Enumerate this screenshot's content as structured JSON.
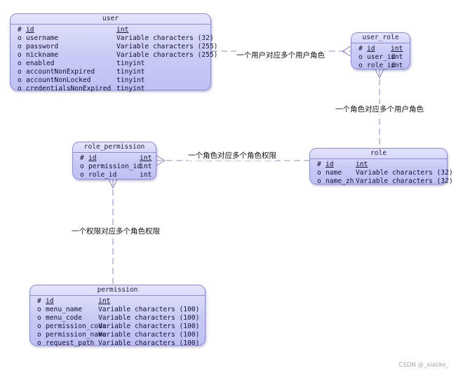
{
  "entities": {
    "user": {
      "name": "user",
      "columns": [
        {
          "mark": "#",
          "name": "id",
          "type": "int",
          "pk": true
        },
        {
          "mark": "o",
          "name": "username",
          "type": "Variable characters (32)"
        },
        {
          "mark": "o",
          "name": "password",
          "type": "Variable characters (255)"
        },
        {
          "mark": "o",
          "name": "nickname",
          "type": "Variable characters (255)"
        },
        {
          "mark": "o",
          "name": "enabled",
          "type": "tinyint"
        },
        {
          "mark": "o",
          "name": "accountNonExpired",
          "type": "tinyint"
        },
        {
          "mark": "o",
          "name": "accountNonLocked",
          "type": "tinyint"
        },
        {
          "mark": "o",
          "name": "credentialsNonExpired",
          "type": "tinyint"
        }
      ]
    },
    "user_role": {
      "name": "user_role",
      "columns": [
        {
          "mark": "#",
          "name": "id",
          "type": "int",
          "pk": true
        },
        {
          "mark": "o",
          "name": "user_id",
          "type": "int"
        },
        {
          "mark": "o",
          "name": "role_id",
          "type": "int"
        }
      ]
    },
    "role_permission": {
      "name": "role_permission",
      "columns": [
        {
          "mark": "#",
          "name": "id",
          "type": "int",
          "pk": true
        },
        {
          "mark": "o",
          "name": "permission_id",
          "type": "int"
        },
        {
          "mark": "o",
          "name": "role_id",
          "type": "int"
        }
      ]
    },
    "role": {
      "name": "role",
      "columns": [
        {
          "mark": "#",
          "name": "id",
          "type": "int",
          "pk": true
        },
        {
          "mark": "o",
          "name": "name",
          "type": "Variable characters (32)"
        },
        {
          "mark": "o",
          "name": "name_zh",
          "type": "Variable characters (32)"
        }
      ]
    },
    "permission": {
      "name": "permission",
      "columns": [
        {
          "mark": "#",
          "name": "id",
          "type": "int",
          "pk": true
        },
        {
          "mark": "o",
          "name": "menu_name",
          "type": "Variable characters (100)"
        },
        {
          "mark": "o",
          "name": "menu_code",
          "type": "Variable characters (100)"
        },
        {
          "mark": "o",
          "name": "permission_code",
          "type": "Variable characters (100)"
        },
        {
          "mark": "o",
          "name": "permission_name",
          "type": "Variable characters (100)"
        },
        {
          "mark": "o",
          "name": "request_path",
          "type": "Variable characters (100)"
        }
      ]
    }
  },
  "relationships": {
    "user_user_role": "一个用户对应多个用户角色",
    "role_user_role": "一个角色对应多个用户角色",
    "role_role_permission": "一个角色对应多个角色权限",
    "permission_role_permission": "一个权限对应多个角色权限"
  },
  "colors": {
    "entity_border": "#8c8ce6",
    "entity_fill": "#c9caf6",
    "link": "#9090c8"
  },
  "watermark": "CSDN @_xiaoke_"
}
